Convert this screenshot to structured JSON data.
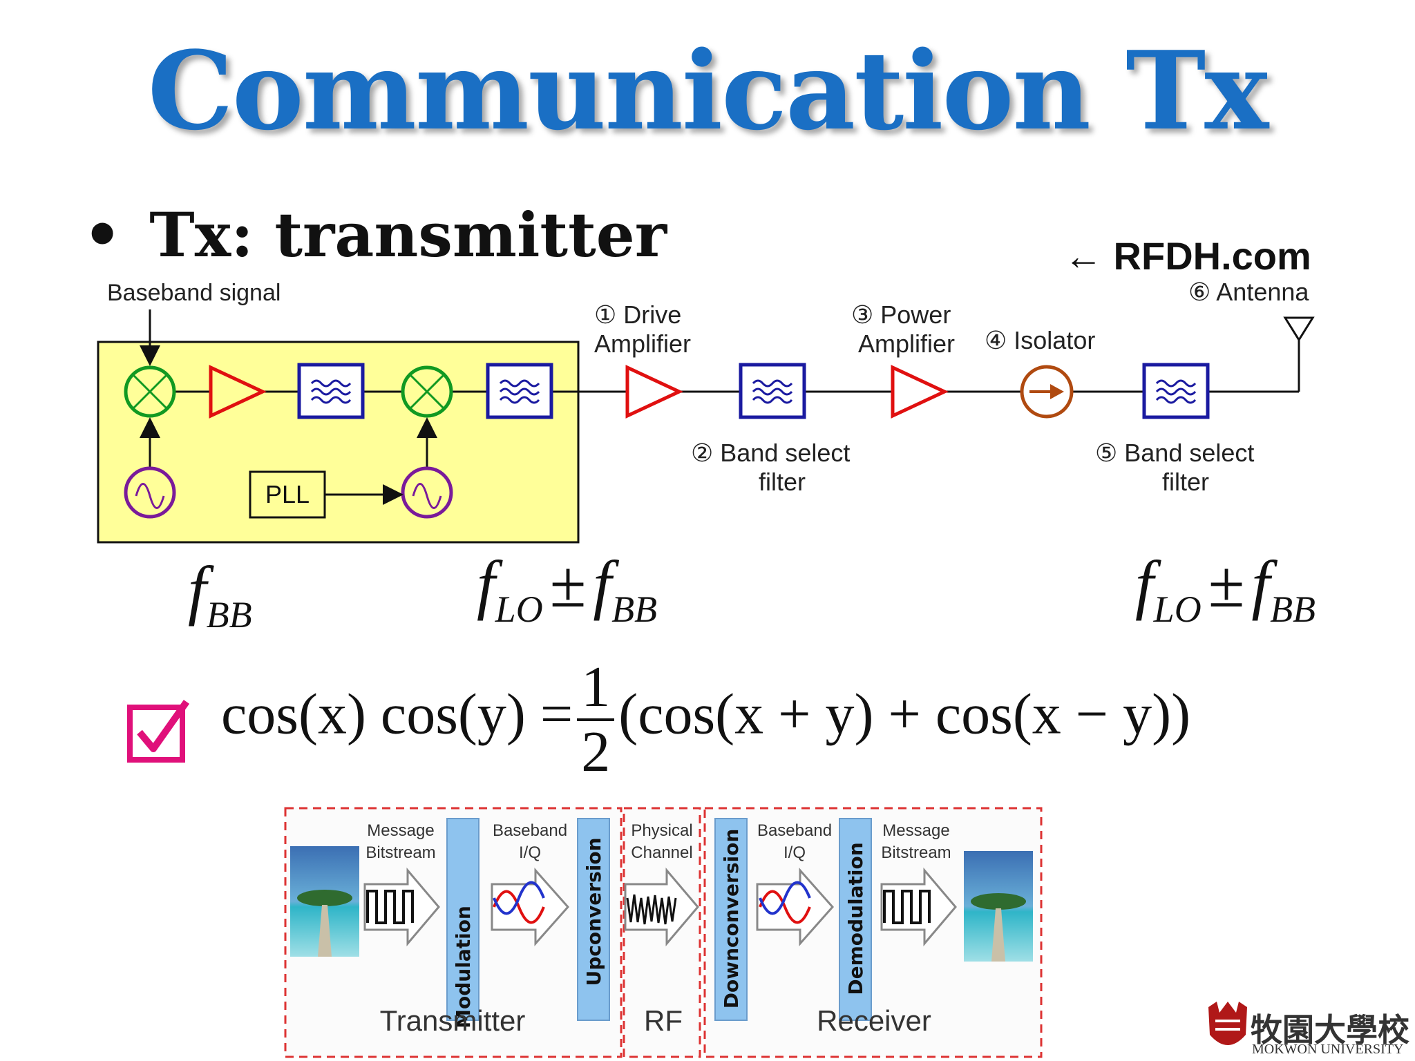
{
  "title": "Communication Tx",
  "bullet": {
    "symbol": "•",
    "text": "Tx: transmitter"
  },
  "source_label": "← RFDH.com",
  "diagram_top": {
    "baseband_signal": "Baseband signal",
    "pll": "PLL",
    "drive_amp": [
      "① Drive",
      "Amplifier"
    ],
    "power_amp": [
      "③ Power",
      "Amplifier"
    ],
    "isolator": "④ Isolator",
    "antenna": "⑥ Antenna",
    "band_filter_2": [
      "② Band select",
      "filter"
    ],
    "band_filter_5": [
      "⑤ Band select",
      "filter"
    ]
  },
  "freq_labels": {
    "f": "f",
    "bb": "BB",
    "lo": "LO",
    "pm": "±"
  },
  "equation": {
    "lhs": "cos(x) cos(y) =",
    "numerator": "1",
    "denominator": "2",
    "rhs": "(cos(x + y) + cos(x − y))"
  },
  "diagram_bottom": {
    "message_bitstream": [
      "Message",
      "Bitstream"
    ],
    "baseband_iq": [
      "Baseband",
      "I/Q"
    ],
    "physical_channel": [
      "Physical",
      "Channel"
    ],
    "modulation": "Modulation",
    "upconversion": "Upconversion",
    "downconversion": "Downconversion",
    "demodulation": "Demodulation",
    "transmitter": "Transmitter",
    "rf": "RF",
    "receiver": "Receiver"
  },
  "university": {
    "name": "牧園大學校",
    "name_en": "MOKWON UNIVERSITY"
  },
  "colors": {
    "title": "#1a6fc4",
    "mixer": "#119922",
    "amp": "#e01010",
    "filter": "#1a1aa0",
    "osc": "#7a1a9a",
    "isolator": "#b04a10",
    "yellow_box": "#ffff99",
    "check": "#e0107a",
    "bar": "#8ec3ee"
  }
}
